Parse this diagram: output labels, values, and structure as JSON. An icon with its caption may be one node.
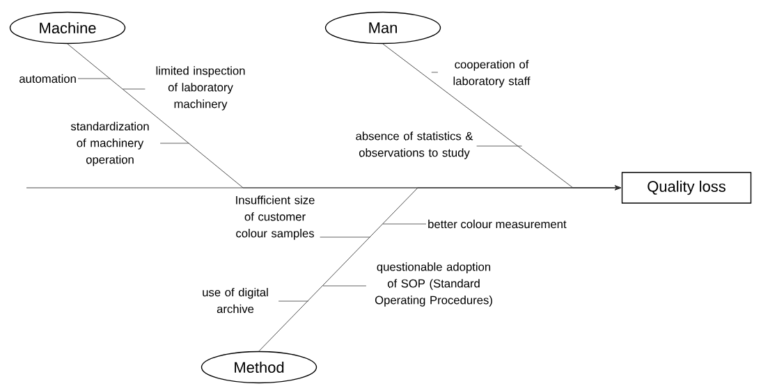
{
  "diagram": {
    "nodes": [
      {
        "text": [
          "Machine"
        ]
      },
      {
        "text": [
          "Man"
        ]
      },
      {
        "text": [
          "automation"
        ]
      },
      {
        "text": [
          "limited inspection of laboratory machinery"
        ]
      },
      {
        "text": [
          "cooperation of laboratory staff"
        ]
      },
      {
        "text": [
          "standardization of machinery operation"
        ]
      },
      {
        "text": [
          "absence of statistics & observations to study"
        ]
      },
      {
        "text": [
          "Quality loss"
        ]
      },
      {
        "text": [
          "better colour measurement"
        ]
      },
      {
        "text": [
          "Insufficient size of customer colour samples"
        ]
      },
      {
        "text": [
          "questionable adoption of SOP (Standard Operating Procedures)"
        ]
      },
      {
        "text": [
          "use of digital archive"
        ]
      },
      {
        "text": [
          "Method"
        ]
      }
    ],
    "edges": [
      {
        "from": 0,
        "to": 7,
        "arrow": "to"
      },
      {
        "from": 1,
        "to": 7,
        "arrow": "to"
      },
      {
        "from": 12,
        "to": 7,
        "arrow": "to"
      },
      {
        "from": null,
        "to": 7,
        "arrow": "to"
      },
      {
        "from": 2,
        "to": null,
        "arrow": "none"
      },
      {
        "from": 3,
        "to": null,
        "arrow": "none"
      },
      {
        "from": 4,
        "to": null,
        "arrow": "none"
      },
      {
        "from": 5,
        "to": null,
        "arrow": "none"
      },
      {
        "from": 6,
        "to": null,
        "arrow": "none"
      },
      {
        "from": 8,
        "to": null,
        "arrow": "none"
      },
      {
        "from": 9,
        "to": null,
        "arrow": "none"
      },
      {
        "from": 10,
        "to": null,
        "arrow": "none"
      },
      {
        "from": 11,
        "to": null,
        "arrow": "none"
      }
    ]
  }
}
